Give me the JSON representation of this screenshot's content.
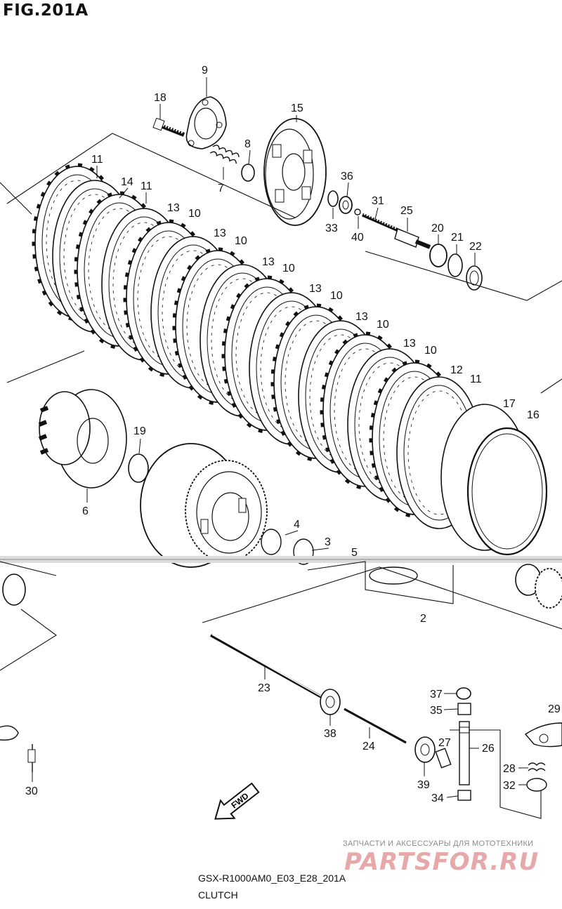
{
  "figure": {
    "title": "FIG.201A",
    "model_code": "GSX-R1000AM0_E03_E28_201A",
    "section_name": "CLUTCH",
    "fwd_arrow_label": "FWD"
  },
  "watermark": {
    "caption": "ЗАПЧАСТИ И АКСЕССУАРЫ ДЛЯ МОТОТЕХНИКИ",
    "logo_text": "PARTSFOR.RU"
  },
  "callouts": {
    "n9": "9",
    "n18": "18",
    "n15": "15",
    "n8": "8",
    "n7": "7",
    "n36": "36",
    "n33": "33",
    "n31": "31",
    "n40": "40",
    "n25": "25",
    "n20": "20",
    "n21": "21",
    "n22": "22",
    "n11a": "11",
    "n14": "14",
    "n11b": "11",
    "n13a": "13",
    "n10a": "10",
    "n13b": "13",
    "n10b": "10",
    "n13c": "13",
    "n10c": "10",
    "n13d": "13",
    "n10d": "10",
    "n13e": "13",
    "n10e": "10",
    "n13f": "13",
    "n10f": "10",
    "n12": "12",
    "n11c": "11",
    "n17": "17",
    "n16": "16",
    "n19": "19",
    "n6": "6",
    "n4": "4",
    "n3": "3",
    "n5": "5",
    "n2": "2",
    "n23": "23",
    "n38": "38",
    "n24": "24",
    "n37": "37",
    "n35": "35",
    "n27": "27",
    "n26": "26",
    "n39": "39",
    "n34": "34",
    "n28": "28",
    "n32": "32",
    "n29": "29",
    "n30": "30"
  }
}
